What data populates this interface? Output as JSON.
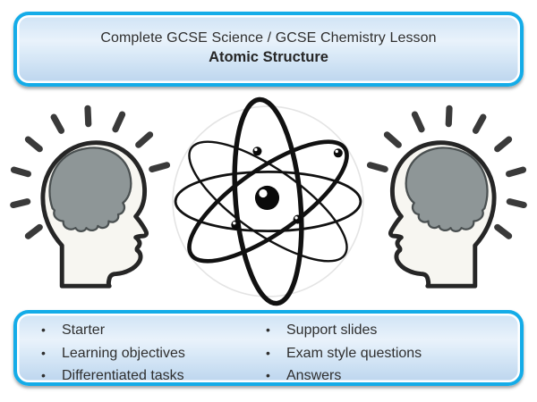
{
  "banner": {
    "title_line": "Complete GCSE Science / GCSE Chemistry Lesson",
    "subtitle_line": "Atomic Structure"
  },
  "contents_box": {
    "bullet_char": "•",
    "left_column": [
      "Starter",
      "Learning objectives",
      "Differentiated tasks"
    ],
    "right_column": [
      "Support slides",
      "Exam style questions",
      "Answers"
    ]
  },
  "graphics": {
    "left_icon": "thinking-head-facing-right",
    "center_icon": "atom-orbital-model",
    "right_icon": "thinking-head-facing-left"
  },
  "colors": {
    "accent_blue": "#14ace8",
    "box_gradient_top": "#cfe3f5",
    "box_gradient_bottom": "#bcd5ee",
    "text": "#2f2f2f",
    "brain_gray": "#8e9697",
    "line_black": "#1c1c1c"
  }
}
